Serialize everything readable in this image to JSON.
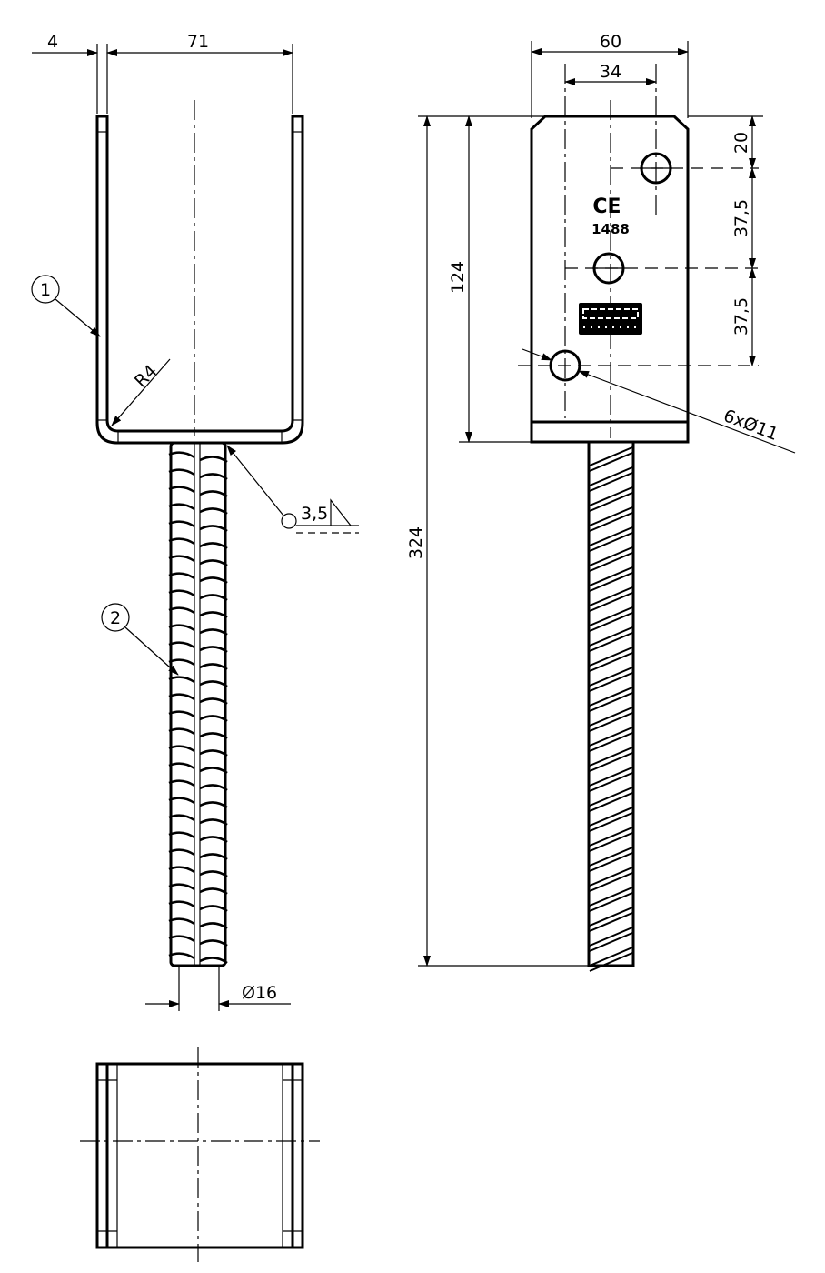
{
  "left_view": {
    "dim_wall": "4",
    "dim_inner_width": "71",
    "balloon_1": "1",
    "balloon_2": "2",
    "radius": "R4",
    "weld_size": "3,5",
    "dim_rebar_diameter": "Ø16"
  },
  "right_view": {
    "dim_plate_width": "60",
    "dim_hole_spacing_x": "34",
    "dim_plate_height": "124",
    "dim_total_height": "324",
    "dim_hole_top": "20",
    "dim_hole_spacing_1": "37,5",
    "dim_hole_spacing_2": "37,5",
    "hole_callout": "6xØ11",
    "ce_mark": "CE",
    "ce_number": "1488"
  }
}
